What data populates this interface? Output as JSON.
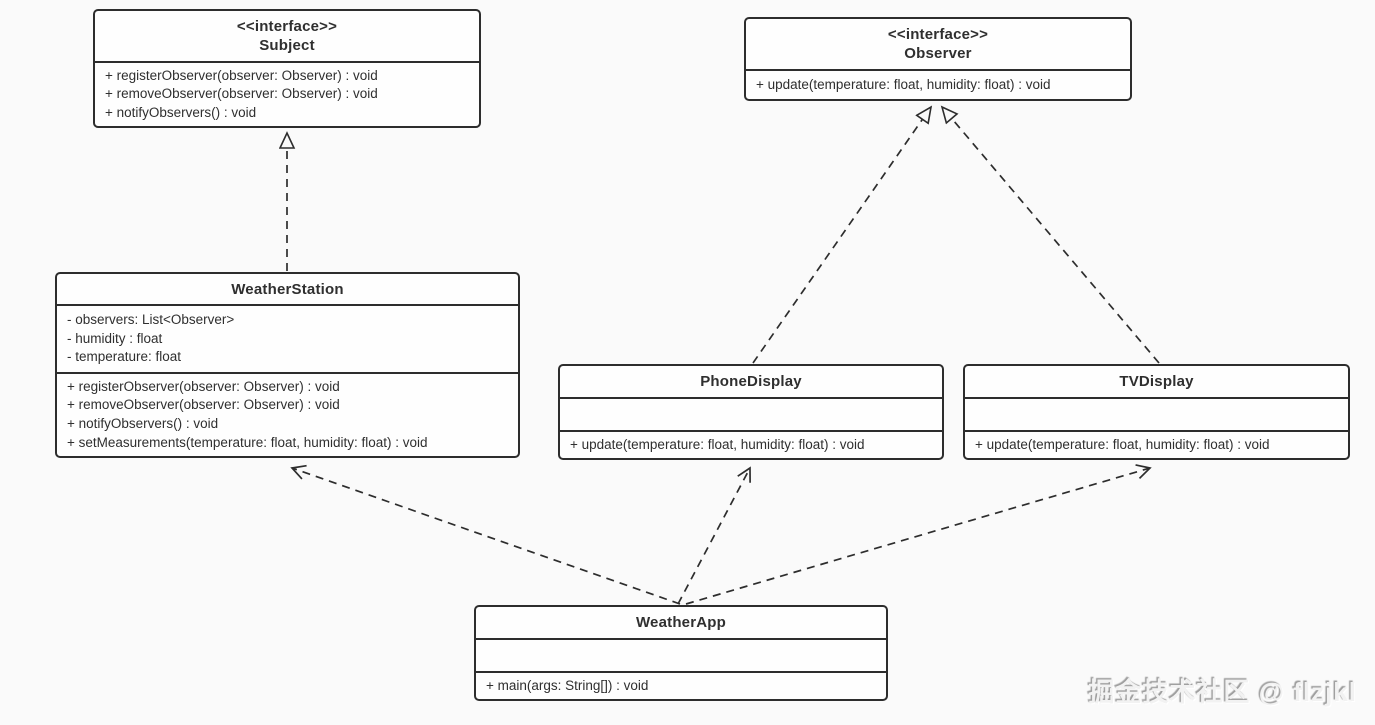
{
  "uml": {
    "classes": {
      "subject": {
        "stereotype": "<<interface>>",
        "name": "Subject",
        "methods": [
          "+ registerObserver(observer: Observer) : void",
          "+ removeObserver(observer: Observer) : void",
          "+ notifyObservers() : void"
        ]
      },
      "observer": {
        "stereotype": "<<interface>>",
        "name": "Observer",
        "methods": [
          "+ update(temperature: float, humidity: float) : void"
        ]
      },
      "weatherStation": {
        "name": "WeatherStation",
        "attributes": [
          "- observers: List<Observer>",
          "- humidity : float",
          "- temperature: float"
        ],
        "methods": [
          "+ registerObserver(observer: Observer) : void",
          "+ removeObserver(observer: Observer) : void",
          "+ notifyObservers() : void",
          "+ setMeasurements(temperature: float, humidity: float) : void"
        ]
      },
      "phoneDisplay": {
        "name": "PhoneDisplay",
        "attributes": [],
        "methods": [
          "+ update(temperature: float, humidity: float) : void"
        ]
      },
      "tvDisplay": {
        "name": "TVDisplay",
        "attributes": [],
        "methods": [
          "+ update(temperature: float, humidity: float) : void"
        ]
      },
      "weatherApp": {
        "name": "WeatherApp",
        "attributes": [],
        "methods": [
          "+ main(args: String[]) : void"
        ]
      }
    },
    "relationships": [
      {
        "from": "WeatherStation",
        "to": "Subject",
        "type": "realization"
      },
      {
        "from": "PhoneDisplay",
        "to": "Observer",
        "type": "realization"
      },
      {
        "from": "TVDisplay",
        "to": "Observer",
        "type": "realization"
      },
      {
        "from": "WeatherApp",
        "to": "WeatherStation",
        "type": "dependency"
      },
      {
        "from": "WeatherApp",
        "to": "PhoneDisplay",
        "type": "dependency"
      },
      {
        "from": "WeatherApp",
        "to": "TVDisplay",
        "type": "dependency"
      }
    ],
    "watermark": "掘金技术社区 @ flzjkl",
    "colors": {
      "background": "#fafafa",
      "box_fill": "#fefefe",
      "line": "#2d2d2d",
      "text": "#2f2f2f",
      "watermark": "#f2f2f2"
    }
  }
}
